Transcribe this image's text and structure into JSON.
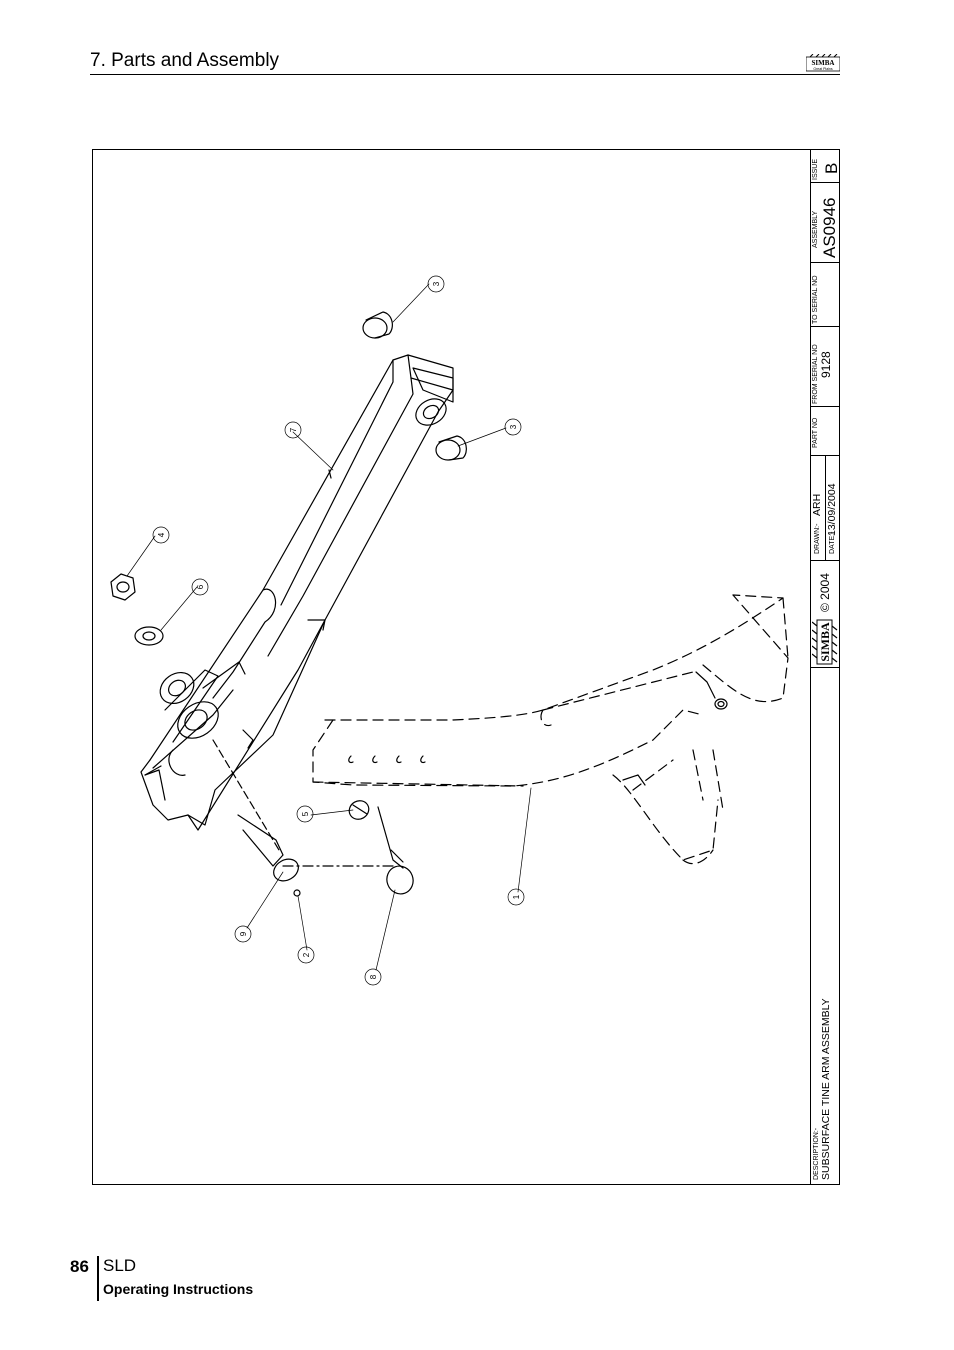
{
  "header": {
    "section_title": "7. Parts and Assembly"
  },
  "logo": {
    "brand": "SIMBA",
    "sub": "Great Plains"
  },
  "title_block": {
    "issue_label": "ISSUE",
    "issue_value": "B",
    "assembly_label": "ASSEMBLY",
    "assembly_value": "AS0946",
    "to_serial_label": "TO SERIAL NO",
    "to_serial_value": "",
    "from_serial_label": "FROM SERIAL NO",
    "from_serial_value": "9128",
    "part_no_label": "PART NO",
    "part_no_value": "",
    "drawn_label": "DRAWN:-",
    "drawn_value": "ARH",
    "date_label": "DATE:-",
    "date_value": "13/09/2004",
    "copyright": "© 2004",
    "brand": "SIMBA",
    "description_label": "DESCRIPTION:-",
    "description_value": "SUBSURFACE TINE ARM ASSEMBLY"
  },
  "callouts": [
    "1",
    "2",
    "3",
    "3",
    "4",
    "5",
    "6",
    "7",
    "8",
    "9"
  ],
  "footer": {
    "page_number": "86",
    "model": "SLD",
    "subtitle": "Operating Instructions"
  }
}
